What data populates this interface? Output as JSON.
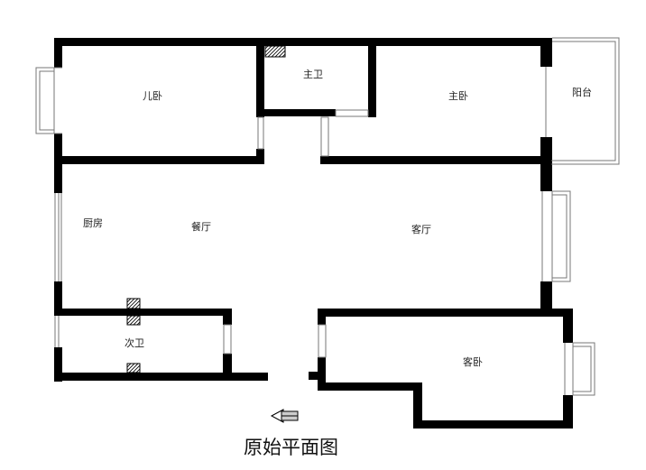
{
  "title": "原始平面图",
  "rooms": {
    "erwo": "儿卧",
    "zhuwei": "主卫",
    "zhuwo": "主卧",
    "yangtai": "阳台",
    "chufang": "厨房",
    "canting": "餐厅",
    "keting": "客厅",
    "ciwei": "次卫",
    "kewo": "客卧"
  },
  "colors": {
    "wall": "#000000",
    "thin_line": "#777777",
    "background": "#ffffff"
  },
  "icons": {
    "entrance": "entrance-arrow-icon",
    "duct": "hatched-duct-icon"
  }
}
